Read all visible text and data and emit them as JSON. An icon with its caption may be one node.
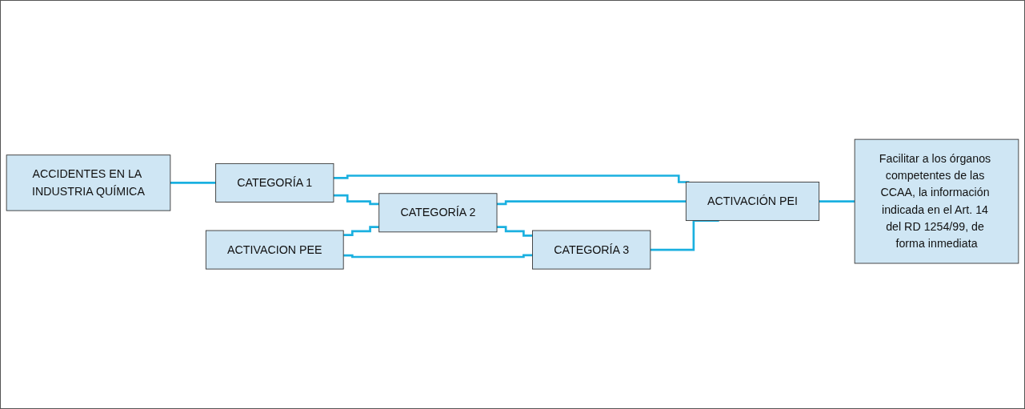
{
  "diagram": {
    "nodes": [
      {
        "text": [
          "ACCIDENTES EN LA INDUSTRIA QUÍMICA"
        ]
      },
      {
        "text": [
          "CATEGORÍA 1"
        ]
      },
      {
        "text": [
          "CATEGORÍA 2"
        ]
      },
      {
        "text": [
          "CATEGORÍA 3"
        ]
      },
      {
        "text": [
          "ACTIVACION PEE"
        ]
      },
      {
        "text": [
          "ACTIVACIÓN PEI"
        ]
      },
      {
        "text": [
          "Facilitar a los órganos competentes de las CCAA, la información indicada en el Art. 14 del RD 1254/99, de forma inmediata"
        ]
      }
    ],
    "edges": [
      {
        "from": 0,
        "to": 1,
        "arrow": "none"
      },
      {
        "from": 1,
        "to": 2,
        "arrow": "none"
      },
      {
        "from": 2,
        "to": 3,
        "arrow": "none"
      },
      {
        "from": 4,
        "to": 2,
        "arrow": "none"
      },
      {
        "from": 4,
        "to": 3,
        "arrow": "none"
      },
      {
        "from": 1,
        "to": 5,
        "arrow": "none"
      },
      {
        "from": 2,
        "to": 5,
        "arrow": "none"
      },
      {
        "from": 3,
        "to": 5,
        "arrow": "none"
      },
      {
        "from": 5,
        "to": 6,
        "arrow": "none"
      }
    ]
  }
}
